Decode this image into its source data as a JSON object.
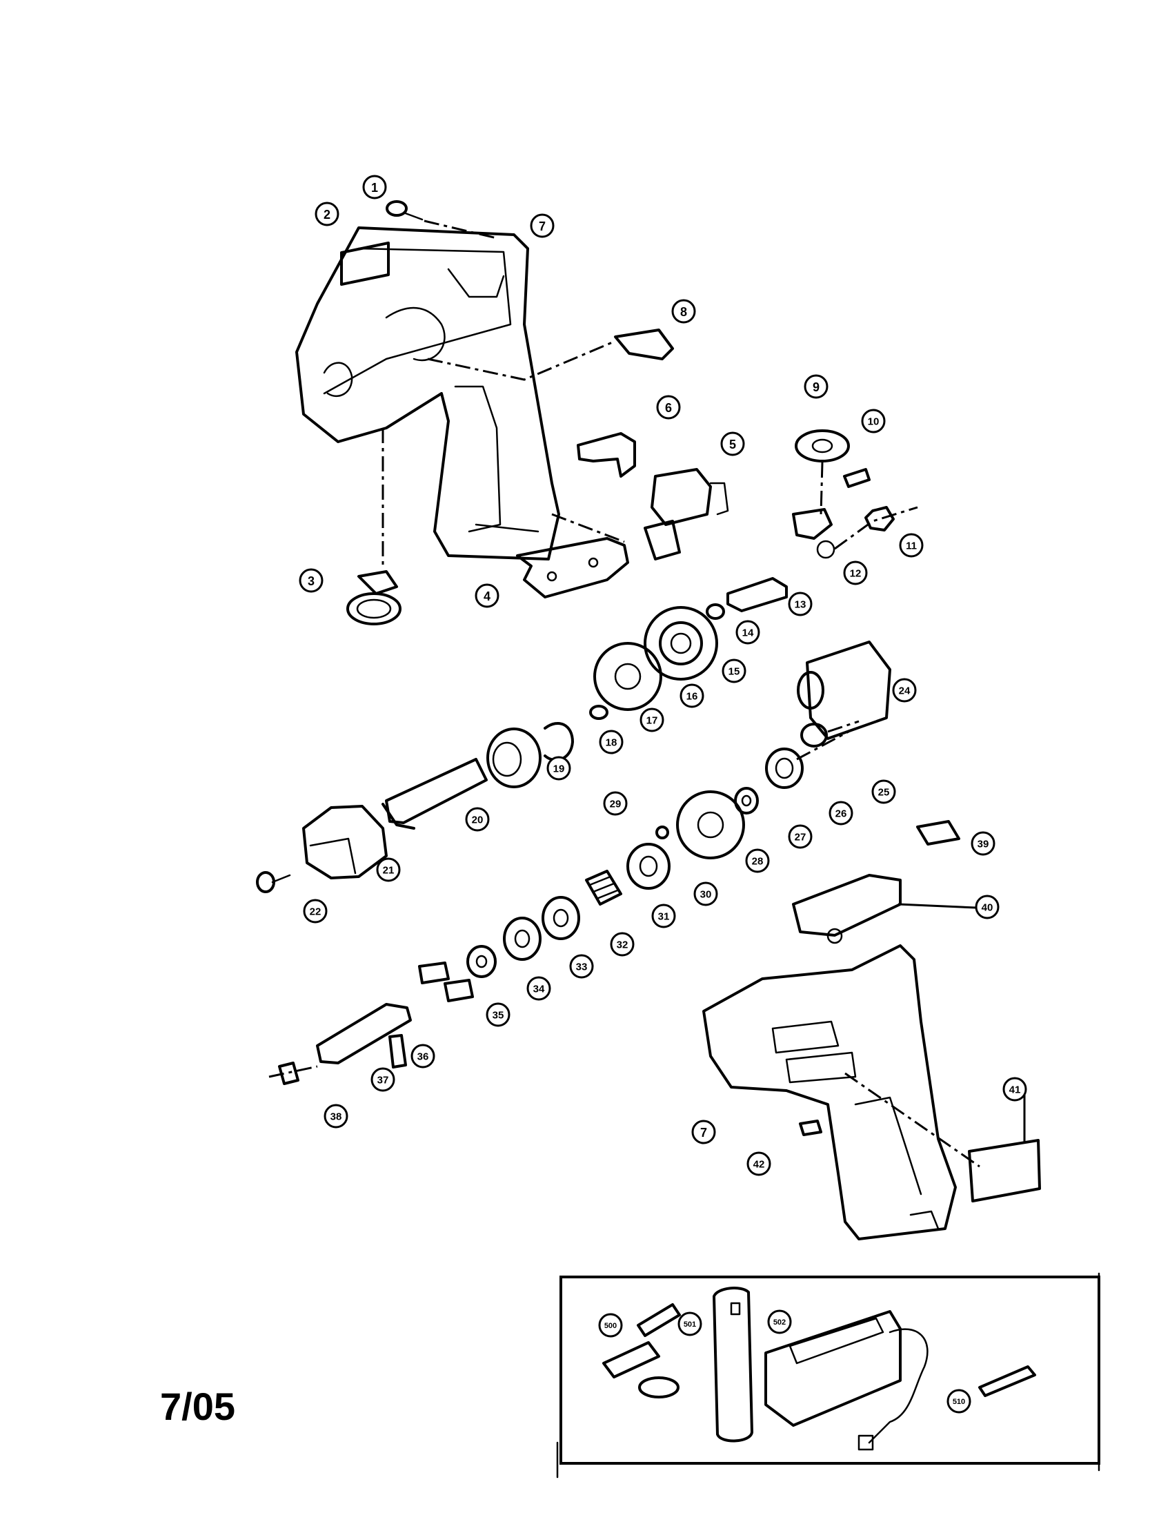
{
  "page_code": "7/05",
  "callouts": [
    "1",
    "2",
    "3",
    "4",
    "5",
    "6",
    "7",
    "8",
    "9",
    "10",
    "11",
    "12",
    "13",
    "14",
    "15",
    "16",
    "17",
    "18",
    "19",
    "20",
    "21",
    "22",
    "24",
    "25",
    "26",
    "27",
    "28",
    "29",
    "30",
    "31",
    "32",
    "33",
    "34",
    "35",
    "36",
    "37",
    "38",
    "39",
    "40",
    "41",
    "42",
    "7"
  ],
  "accessory_callouts": [
    "500",
    "501",
    "502",
    "510"
  ]
}
